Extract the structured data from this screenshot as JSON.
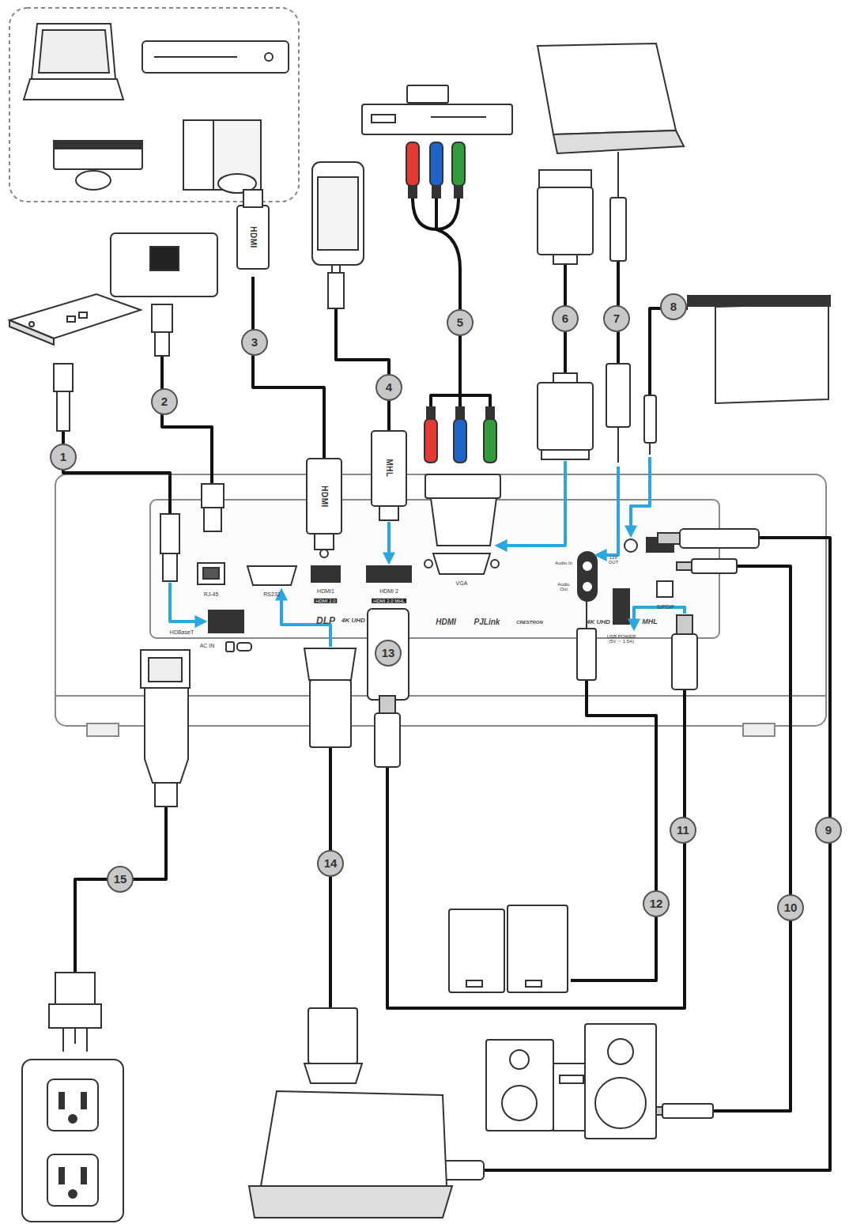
{
  "diagram": {
    "labels": [
      "HDMI",
      "MHL",
      "HDMI",
      "1",
      "2",
      "3",
      "4",
      "5",
      "6",
      "7",
      "8",
      "9",
      "10",
      "11",
      "12",
      "13",
      "14",
      "15",
      "RJ-45",
      "RS232",
      "HDMI1",
      "HDMI 2.0",
      "HDMI 2",
      "HDMI 2.0 MHL",
      "VGA",
      "Audio In",
      "Audio Out",
      "12V OUT",
      "USB POWER (5V ⎓ 1.5A)",
      "S/PDIF",
      "HDBaseT",
      "AC IN",
      "DLP",
      "4K UHD",
      "HDMI",
      "PJLink",
      "CRESTRON",
      "4K UHD",
      "MHL"
    ]
  }
}
